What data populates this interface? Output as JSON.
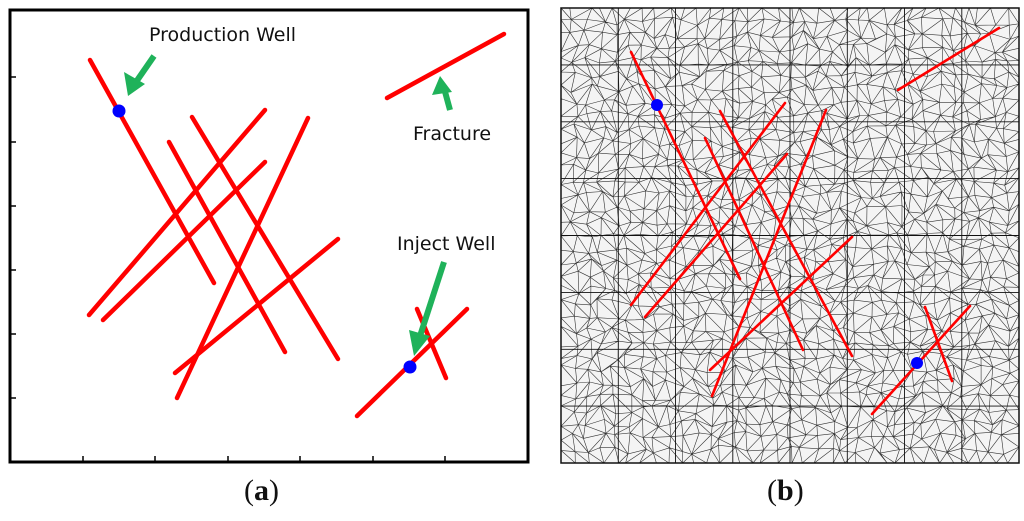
{
  "panel_a": {
    "labels": {
      "production_well": "Production Well",
      "fracture": "Fracture",
      "inject_well": "Inject Well"
    },
    "caption_open": "(",
    "caption_letter": "a",
    "caption_close": ")"
  },
  "panel_b": {
    "caption_open": "(",
    "caption_letter": "b",
    "caption_close": ")"
  },
  "colors": {
    "fracture": "#ff0000",
    "well": "#0000ff",
    "arrow": "#1fb25a",
    "mesh": "#111111",
    "frame": "#000000"
  }
}
